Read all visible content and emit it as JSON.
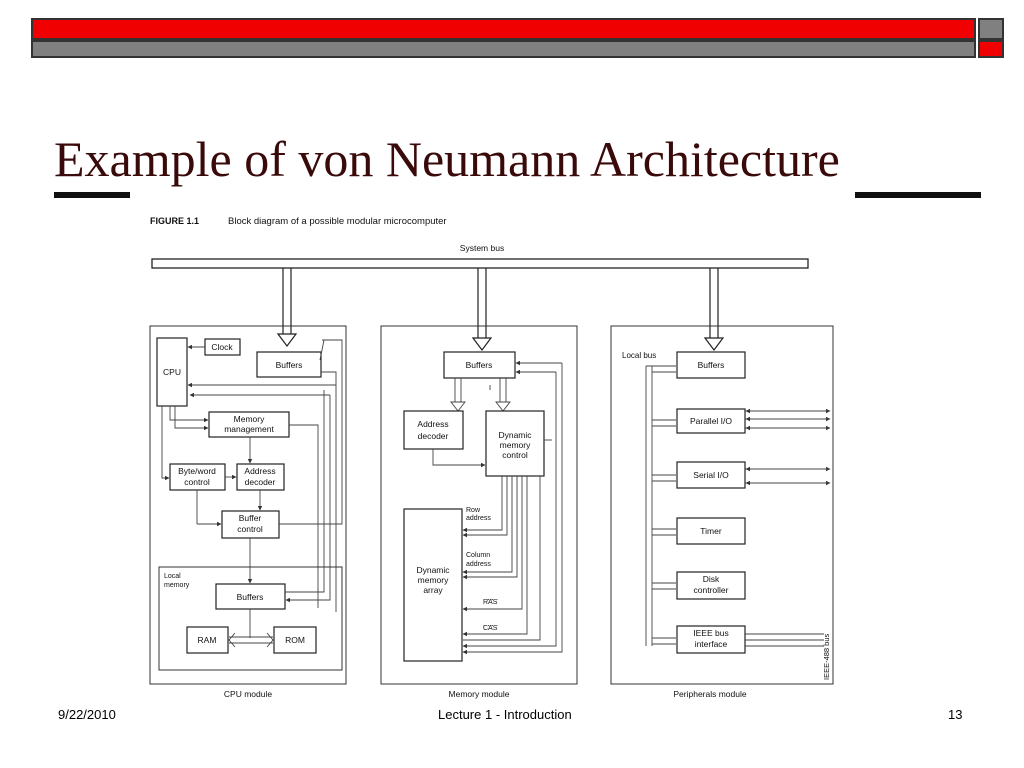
{
  "slide": {
    "title": "Example of von Neumann Architecture",
    "date": "9/22/2010",
    "footer_center": "Lecture 1 - Introduction",
    "page_number": "13",
    "colors": {
      "bar_red": "#f00000",
      "bar_gray": "#808080",
      "title_color": "#3a0a0a"
    }
  },
  "figure": {
    "caption_number": "FIGURE 1.1",
    "caption_text": "Block diagram of a possible modular microcomputer",
    "system_bus": "System bus",
    "cpu_module": {
      "label": "CPU module",
      "clock": "Clock",
      "cpu": "CPU",
      "buffers": "Buffers",
      "memory_management": [
        "Memory",
        "management"
      ],
      "byte_word_control": [
        "Byte/word",
        "control"
      ],
      "address_decoder": [
        "Address",
        "decoder"
      ],
      "buffer_control": [
        "Buffer",
        "control"
      ],
      "local_memory": [
        "Local",
        "memory"
      ],
      "local_buffers": "Buffers",
      "ram": "RAM",
      "rom": "ROM"
    },
    "memory_module": {
      "label": "Memory module",
      "buffers": "Buffers",
      "address_decoder": [
        "Address",
        "decoder"
      ],
      "dynamic_memory_control": [
        "Dynamic",
        "memory",
        "control"
      ],
      "dynamic_memory_array": [
        "Dynamic",
        "memory",
        "array"
      ],
      "row_address": [
        "Row",
        "address"
      ],
      "column_address": [
        "Column",
        "address"
      ],
      "ras": "RAS",
      "cas": "CAS"
    },
    "peripherals_module": {
      "label": "Peripherals module",
      "local_bus": "Local bus",
      "buffers": "Buffers",
      "parallel_io": "Parallel I/O",
      "serial_io": "Serial I/O",
      "timer": "Timer",
      "disk_controller": [
        "Disk",
        "controller"
      ],
      "ieee_bus_interface": [
        "IEEE bus",
        "interface"
      ],
      "ieee_488_bus": "IEEE-488 bus"
    }
  }
}
